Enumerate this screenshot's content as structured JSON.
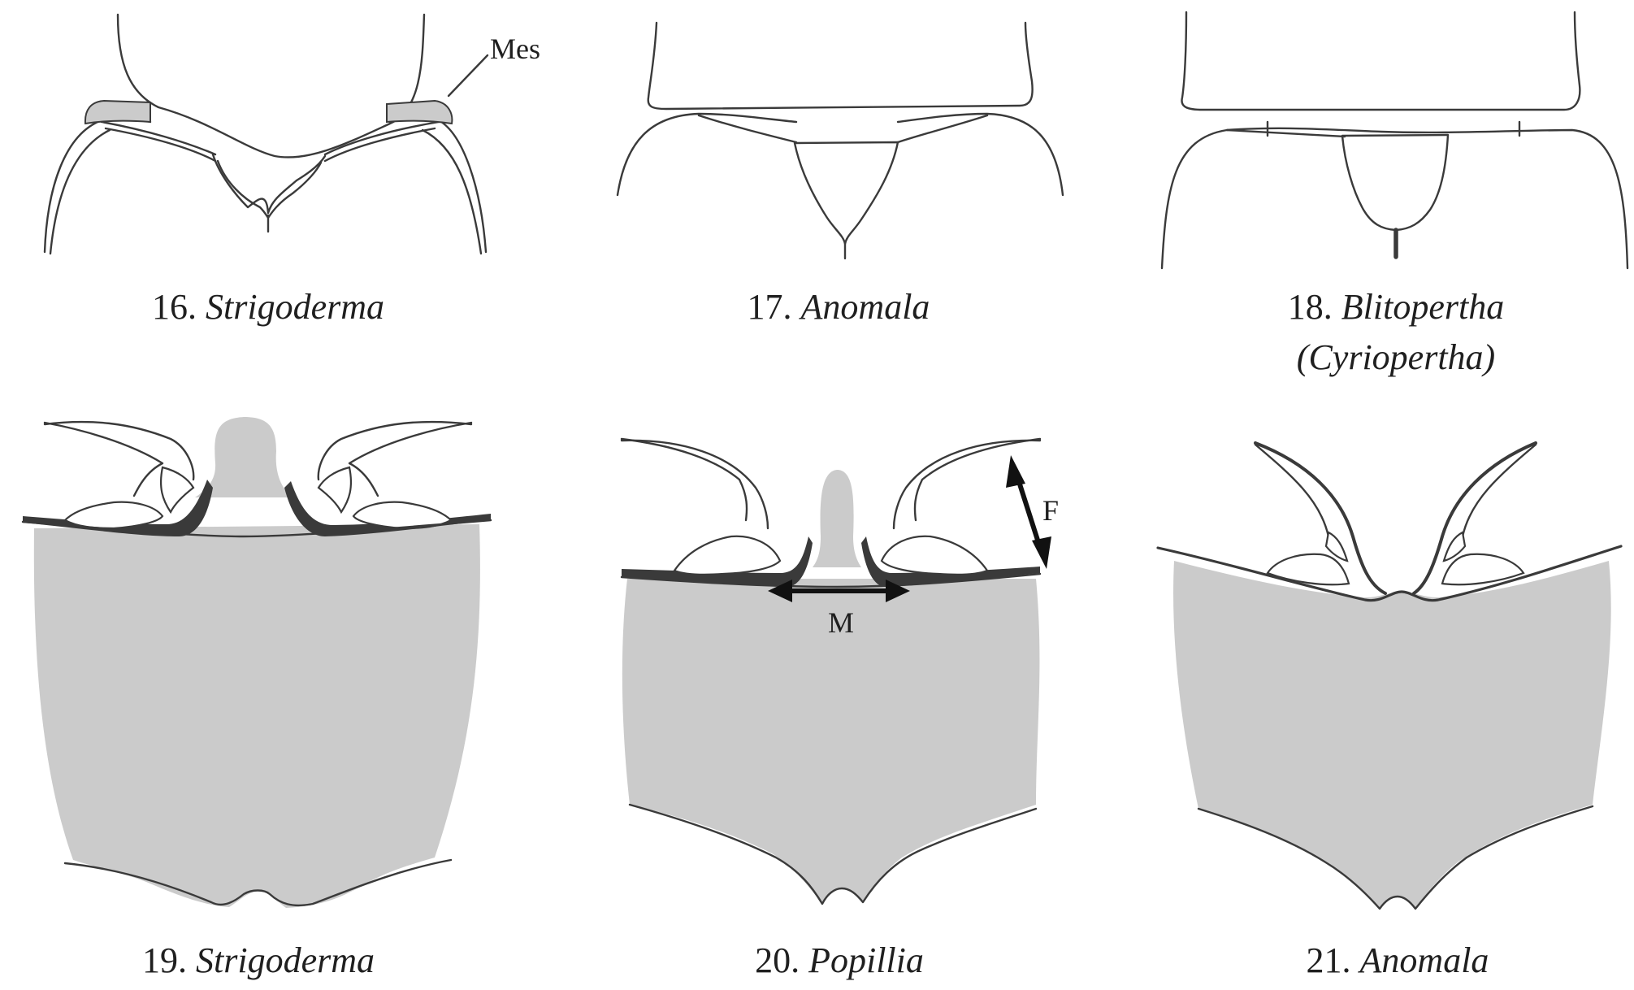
{
  "figures": [
    {
      "number": "16.",
      "genus": "Strigoderma"
    },
    {
      "number": "17.",
      "genus": "Anomala"
    },
    {
      "number": "18.",
      "genus": "Blitopertha",
      "subgenus": "(Cyriopertha)"
    },
    {
      "number": "19.",
      "genus": "Strigoderma"
    },
    {
      "number": "20.",
      "genus": "Popillia"
    },
    {
      "number": "21.",
      "genus": "Anomala"
    }
  ],
  "labels": {
    "mes": "Mes",
    "f": "F",
    "m": "M"
  },
  "colors": {
    "line": "#3a3a3a",
    "plate": "#cbcbcb",
    "background": "#ffffff"
  }
}
